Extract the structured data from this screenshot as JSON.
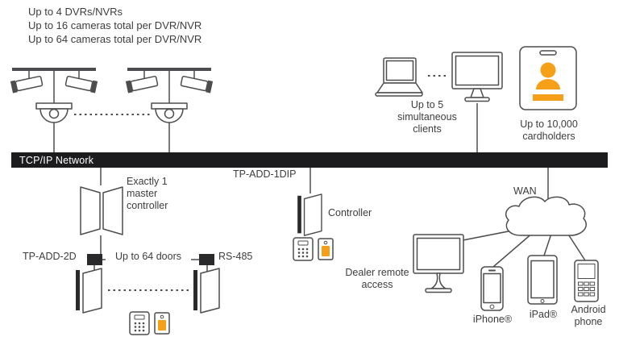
{
  "colors": {
    "line": "#4d4d4f",
    "bar_bg": "#1c1c1e",
    "bar_text": "#ffffff",
    "accent_orange": "#f6a01a",
    "text": "#3d3d3f"
  },
  "notes": [
    "Up to 4 DVRs/NVRs",
    "Up to 16 cameras total per DVR/NVR",
    "Up to 64 cameras total per DVR/NVR"
  ],
  "network": {
    "label": "TCP/IP Network"
  },
  "clients": {
    "label": "Up to 5 simultaneous clients"
  },
  "cardholders": {
    "label": "Up to 10,000 cardholders"
  },
  "master_controller": {
    "label": "Exactly 1 master controller"
  },
  "door_controller": {
    "model": "TP-ADD-1DIP",
    "label": "Controller"
  },
  "doors": {
    "model": "TP-ADD-2D",
    "capacity": "Up to 64 doors",
    "bus": "RS-485"
  },
  "wan": {
    "label": "WAN"
  },
  "dealer": {
    "label": "Dealer remote access"
  },
  "devices": {
    "iphone": "iPhone®",
    "ipad": "iPad®",
    "android": "Android phone"
  },
  "icons": {
    "camera_cluster": "bullet-cameras-and-dome-camera-on-mount",
    "laptop": "laptop",
    "client_monitor": "desktop-monitor",
    "badge": "id-badge-with-person",
    "master_doors": "open-double-door",
    "door": "open-single-door",
    "intercom": "intercom-keypad",
    "card_fob": "access-card-with-fob",
    "cloud": "wan-cloud",
    "dealer_monitor": "desktop-monitor",
    "iphone": "smartphone",
    "ipad": "tablet",
    "android": "keypad-phone"
  }
}
